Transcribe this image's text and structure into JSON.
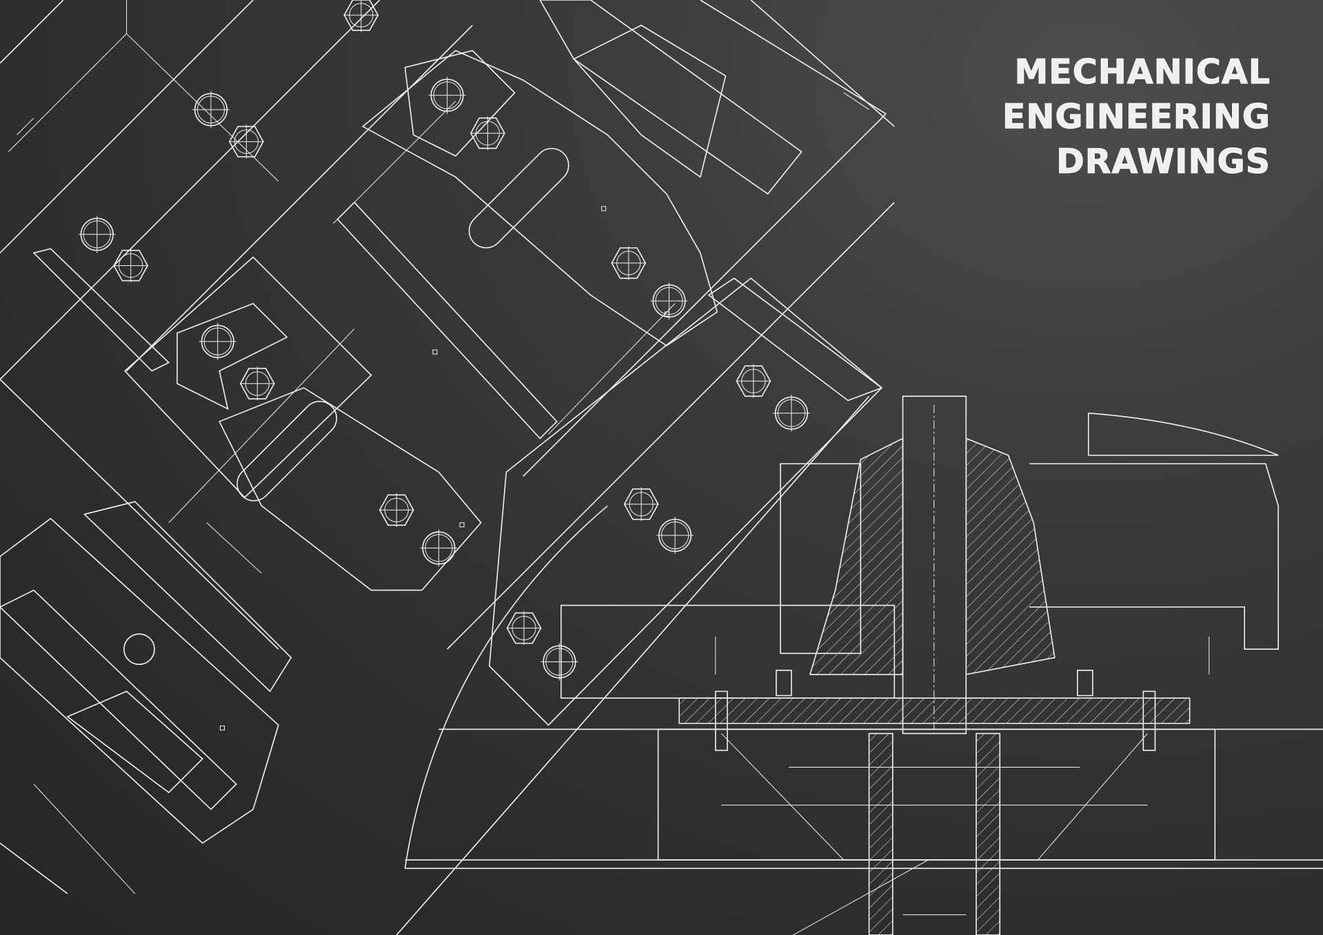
{
  "title": {
    "lines": [
      "MECHANICAL",
      "ENGINEERING",
      "DRAWINGS"
    ]
  },
  "colors": {
    "background": "#333333",
    "line": "#f2f2f2"
  }
}
